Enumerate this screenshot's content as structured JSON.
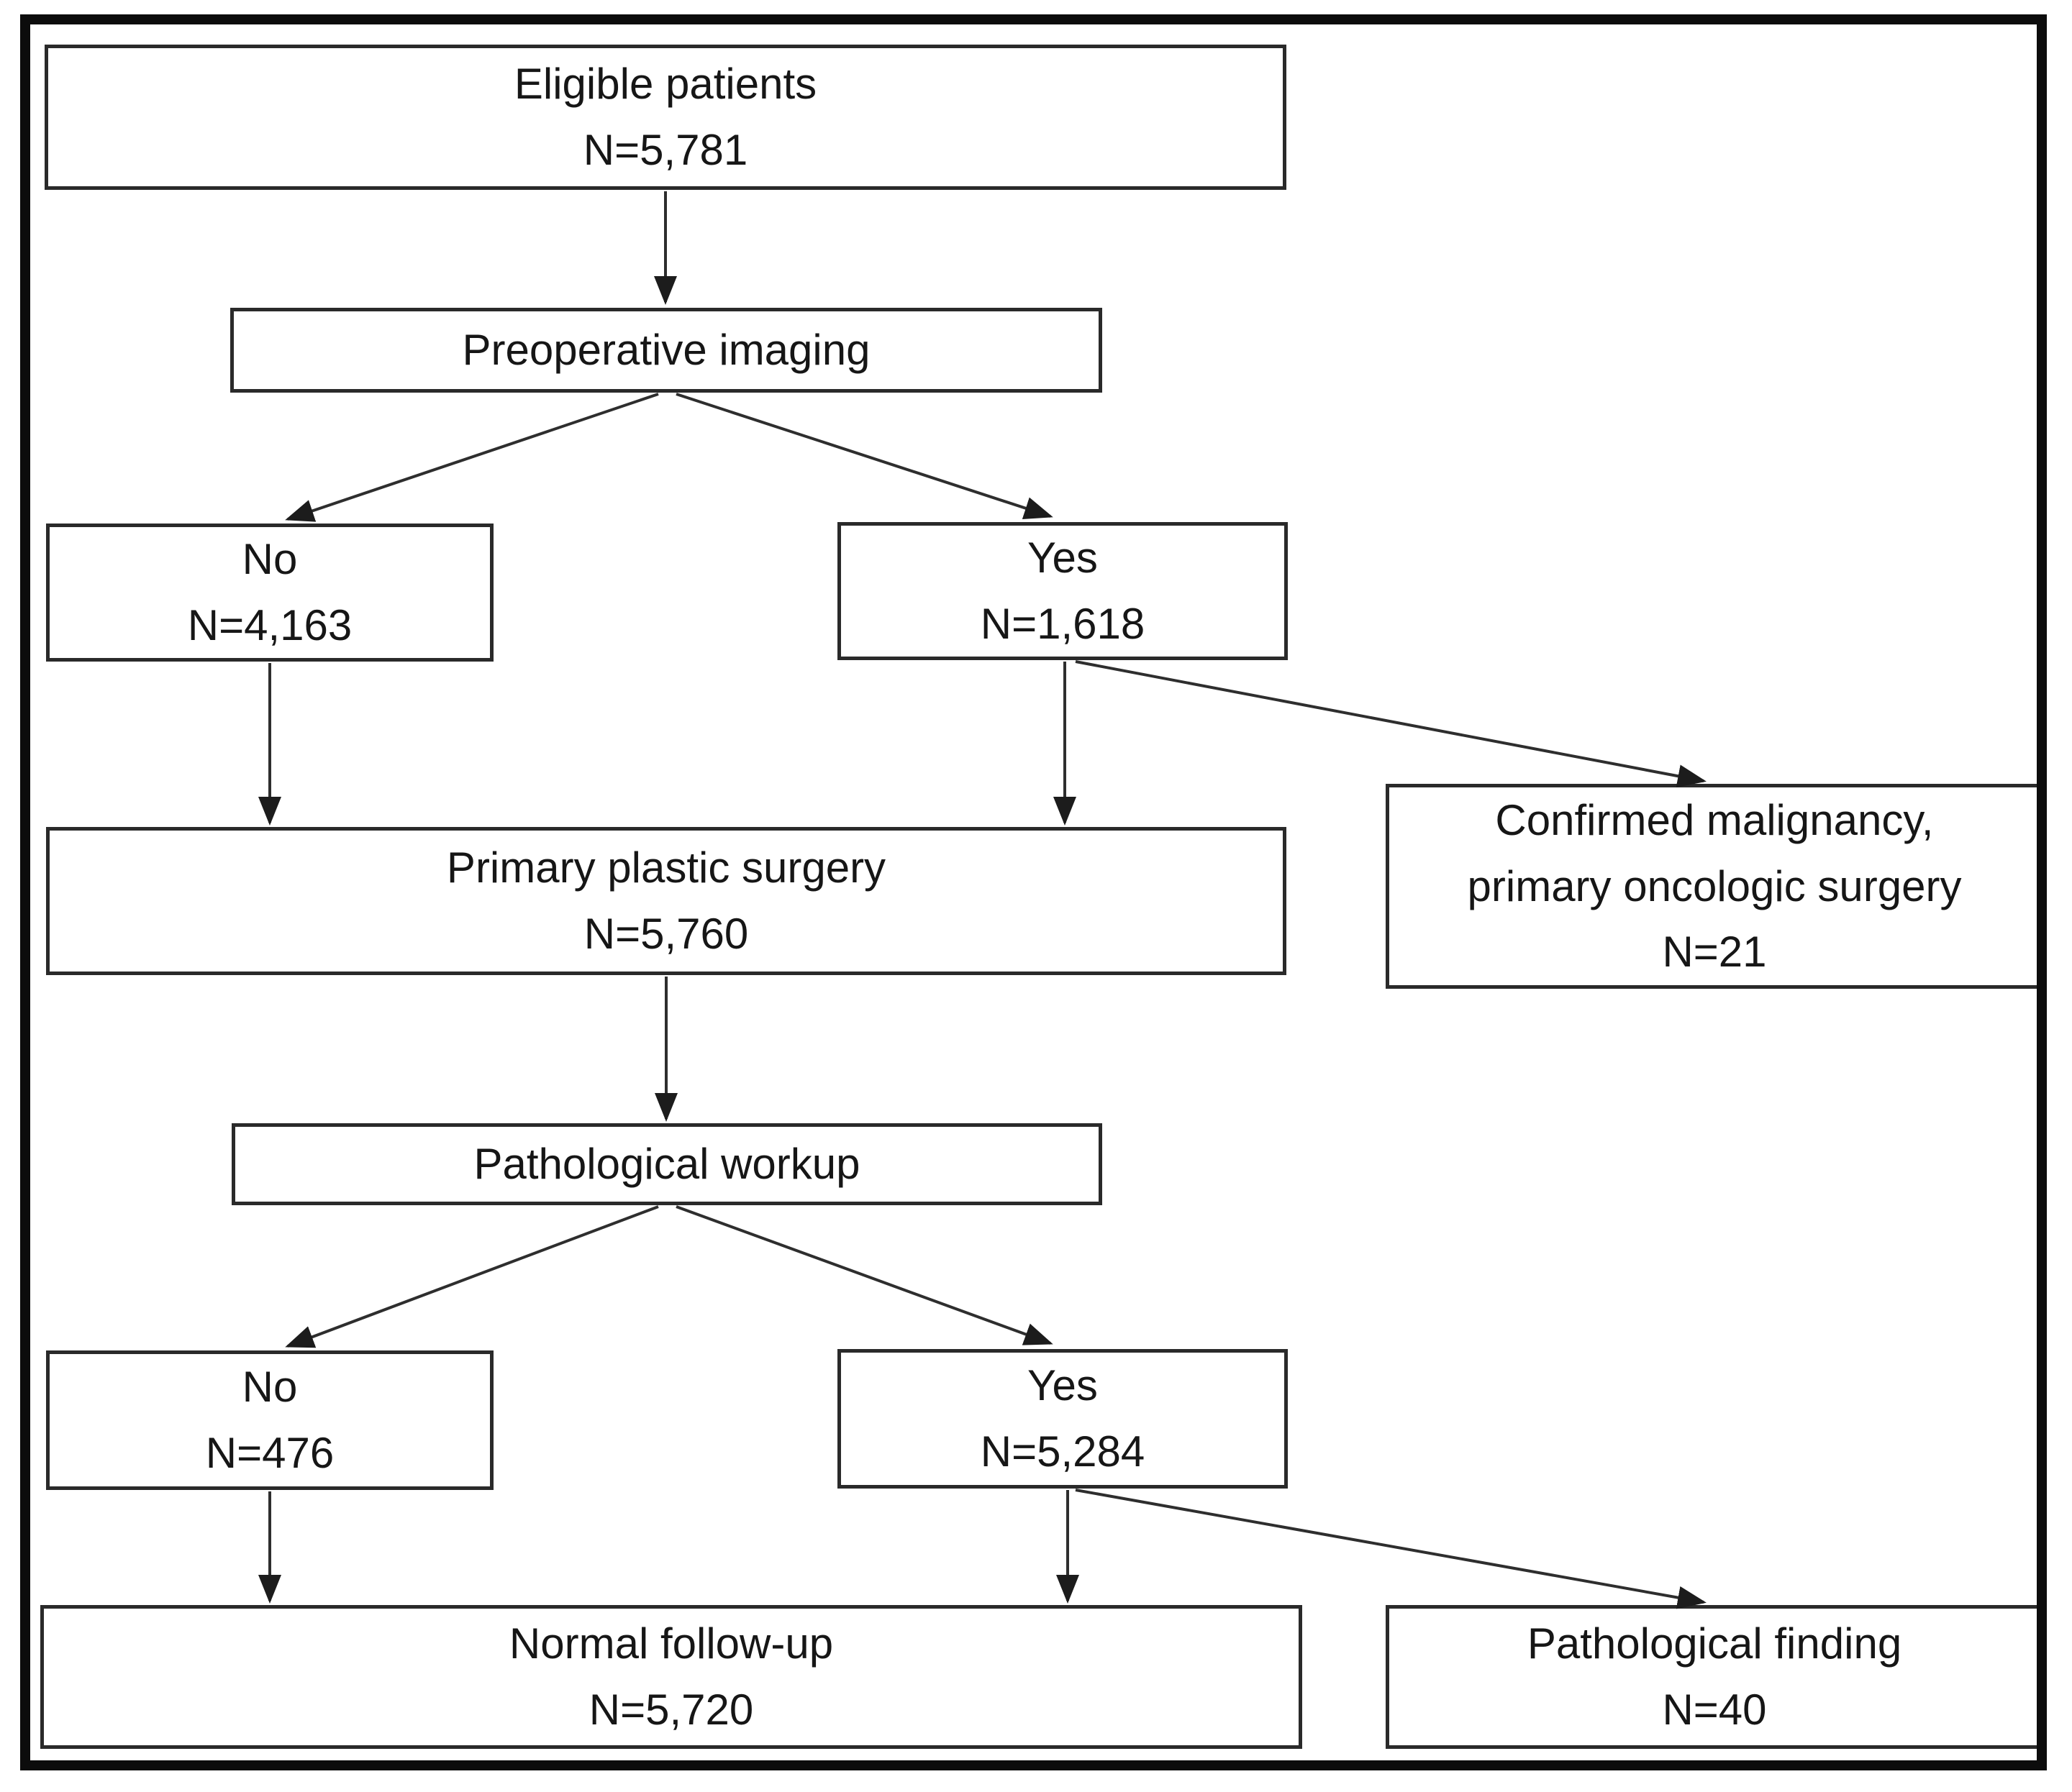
{
  "diagram": {
    "type": "flowchart",
    "nodes": [
      {
        "id": "eligible-patients",
        "label": "Eligible patients",
        "count": "N=5,781"
      },
      {
        "id": "preoperative-imaging",
        "label": "Preoperative imaging",
        "count": ""
      },
      {
        "id": "imaging-no",
        "label": "No",
        "count": "N=4,163"
      },
      {
        "id": "imaging-yes",
        "label": "Yes",
        "count": "N=1,618"
      },
      {
        "id": "primary-plastic-surgery",
        "label": "Primary plastic surgery",
        "count": "N=5,760"
      },
      {
        "id": "confirmed-malignancy",
        "label": "Confirmed malignancy,\nprimary oncologic surgery",
        "count": "N=21"
      },
      {
        "id": "pathological-workup",
        "label": "Pathological workup",
        "count": ""
      },
      {
        "id": "workup-no",
        "label": "No",
        "count": "N=476"
      },
      {
        "id": "workup-yes",
        "label": "Yes",
        "count": "N=5,284"
      },
      {
        "id": "normal-follow-up",
        "label": "Normal follow-up",
        "count": "N=5,720"
      },
      {
        "id": "pathological-finding",
        "label": "Pathological finding",
        "count": "N=40"
      }
    ],
    "edges": [
      {
        "from": "eligible-patients",
        "to": "preoperative-imaging"
      },
      {
        "from": "preoperative-imaging",
        "to": "imaging-no"
      },
      {
        "from": "preoperative-imaging",
        "to": "imaging-yes"
      },
      {
        "from": "imaging-no",
        "to": "primary-plastic-surgery"
      },
      {
        "from": "imaging-yes",
        "to": "primary-plastic-surgery"
      },
      {
        "from": "imaging-yes",
        "to": "confirmed-malignancy"
      },
      {
        "from": "primary-plastic-surgery",
        "to": "pathological-workup"
      },
      {
        "from": "pathological-workup",
        "to": "workup-no"
      },
      {
        "from": "pathological-workup",
        "to": "workup-yes"
      },
      {
        "from": "workup-no",
        "to": "normal-follow-up"
      },
      {
        "from": "workup-yes",
        "to": "normal-follow-up"
      },
      {
        "from": "workup-yes",
        "to": "pathological-finding"
      }
    ],
    "colors": {
      "box_border": "#2a2a2a",
      "frame_border": "#0c0c0c",
      "arrow": "#2e2e2e",
      "text": "#161616",
      "background": "#ffffff"
    }
  }
}
